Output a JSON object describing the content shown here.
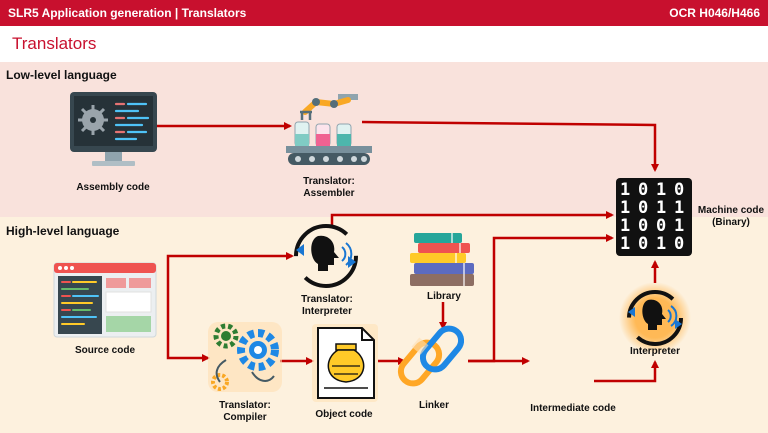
{
  "header": {
    "left_title": "SLR5 Application generation | Translators",
    "right_title": "OCR H046/H466"
  },
  "slide_title": "Translators",
  "sections": {
    "low": "Low-level language",
    "high": "High-level language"
  },
  "nodes": {
    "assembly_code": "Assembly code",
    "assembler_line1": "Translator:",
    "assembler_line2": "Assembler",
    "machine_code_line1": "Machine code",
    "machine_code_line2": "(Binary)",
    "source_code": "Source code",
    "interpreter_line1": "Translator:",
    "interpreter_line2": "Interpreter",
    "library": "Library",
    "compiler_line1": "Translator:",
    "compiler_line2": "Compiler",
    "object_code": "Object code",
    "linker": "Linker",
    "intermediate_code": "Intermediate code",
    "interpreter_vm": "Interpreter"
  },
  "binary_digits": [
    "1",
    "0",
    "1",
    "0",
    "1",
    "0",
    "1",
    "1",
    "1",
    "0",
    "0",
    "1",
    "1",
    "0",
    "1",
    "0"
  ],
  "colors": {
    "accent": "#c8102e",
    "arrow": "#c00000",
    "low_band": "#f9e2dc",
    "high_band": "#fdf1de",
    "blue": "#1976d2"
  },
  "icons": [
    "monitor-code-icon",
    "robot-arm-icon",
    "binary-icon",
    "browser-code-icon",
    "head-sound-icon",
    "books-icon",
    "gears-icon",
    "document-icon",
    "chain-link-icon"
  ]
}
